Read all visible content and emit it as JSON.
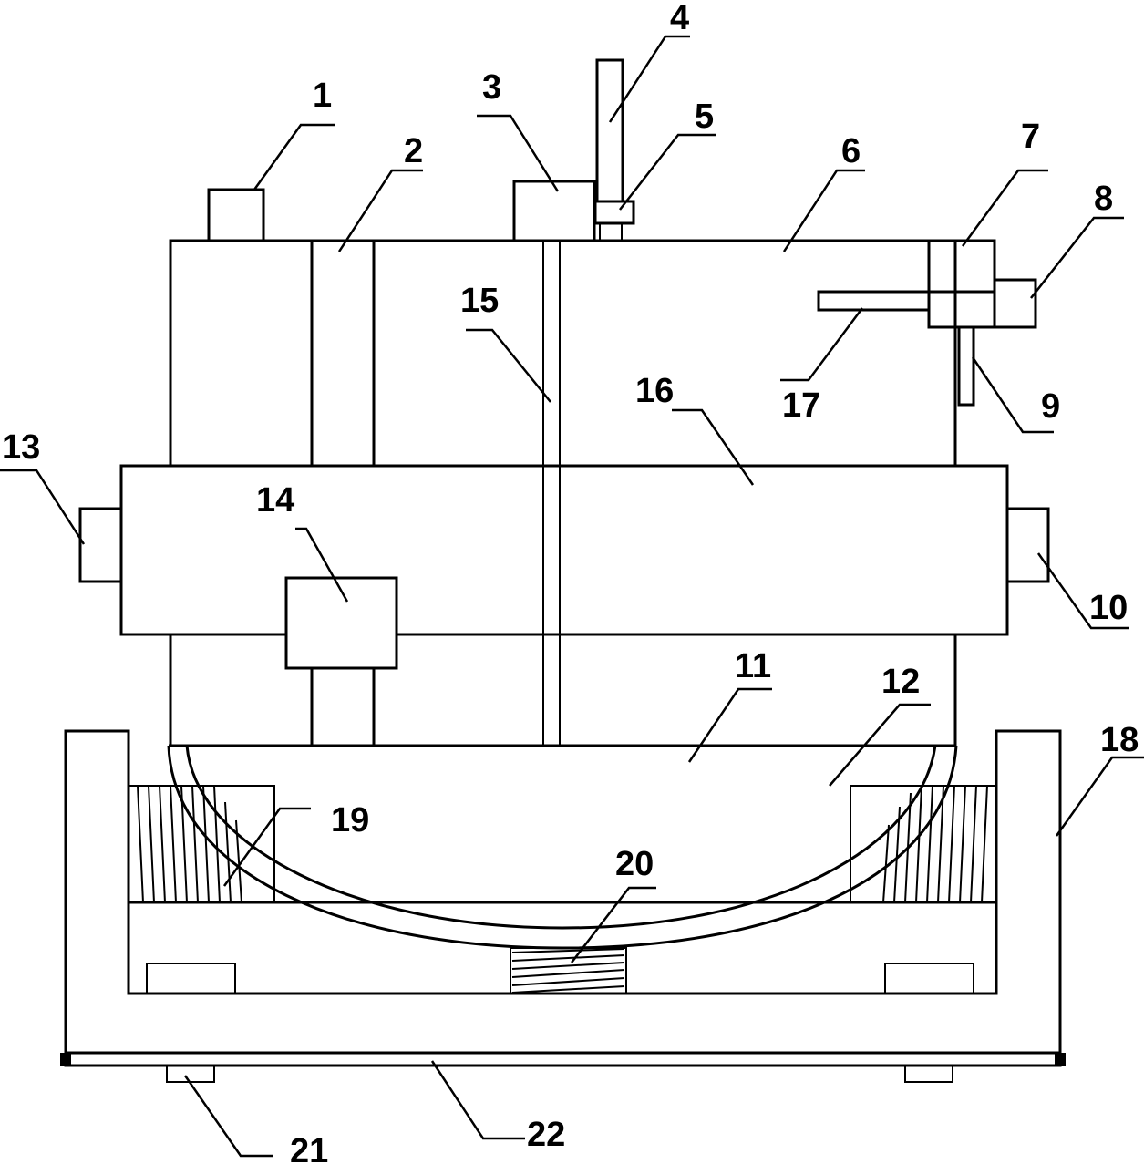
{
  "diagram": {
    "labels": [
      {
        "id": "1",
        "text": "1"
      },
      {
        "id": "2",
        "text": "2"
      },
      {
        "id": "3",
        "text": "3"
      },
      {
        "id": "4",
        "text": "4"
      },
      {
        "id": "5",
        "text": "5"
      },
      {
        "id": "6",
        "text": "6"
      },
      {
        "id": "7",
        "text": "7"
      },
      {
        "id": "8",
        "text": "8"
      },
      {
        "id": "9",
        "text": "9"
      },
      {
        "id": "10",
        "text": "10"
      },
      {
        "id": "11",
        "text": "11"
      },
      {
        "id": "12",
        "text": "12"
      },
      {
        "id": "13",
        "text": "13"
      },
      {
        "id": "14",
        "text": "14"
      },
      {
        "id": "15",
        "text": "15"
      },
      {
        "id": "16",
        "text": "16"
      },
      {
        "id": "17",
        "text": "17"
      },
      {
        "id": "18",
        "text": "18"
      },
      {
        "id": "19",
        "text": "19"
      },
      {
        "id": "20",
        "text": "20"
      },
      {
        "id": "21",
        "text": "21"
      },
      {
        "id": "22",
        "text": "22"
      }
    ]
  }
}
